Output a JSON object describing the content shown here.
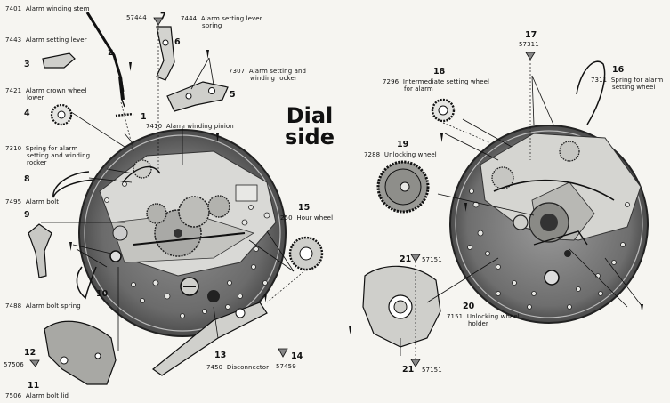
{
  "title": {
    "line1": "Dial",
    "line2": "side"
  },
  "parts": [
    {
      "id": "p7401",
      "code": "7401",
      "name": "Alarm winding stem"
    },
    {
      "id": "p7443",
      "code": "7443",
      "name": "Alarm setting lever"
    },
    {
      "id": "p7421",
      "code": "7421",
      "name": "Alarm crown wheel",
      "name2": "lower"
    },
    {
      "id": "p7310",
      "code": "7310",
      "name": "Spring for alarm",
      "name2": "setting and winding",
      "name3": "rocker"
    },
    {
      "id": "p7495",
      "code": "7495",
      "name": "Alarm bolt"
    },
    {
      "id": "p7488",
      "code": "7488",
      "name": "Alarm bolt spring"
    },
    {
      "id": "p7506",
      "code": "7506",
      "name": "Alarm bolt lid"
    },
    {
      "id": "p57444",
      "code": "57444"
    },
    {
      "id": "p7444",
      "code": "7444",
      "name": "Alarm setting lever",
      "name2": "spring"
    },
    {
      "id": "p7307",
      "code": "7307",
      "name": "Alarm setting and",
      "name2": "winding rocker"
    },
    {
      "id": "p7410",
      "code": "7410",
      "name": "Alarm winding pinion"
    },
    {
      "id": "p250",
      "code": "250",
      "name": "Hour wheel"
    },
    {
      "id": "p7450",
      "code": "7450",
      "name": "Disconnector"
    },
    {
      "id": "p57459",
      "code": "57459"
    },
    {
      "id": "p57506",
      "code": "57506"
    },
    {
      "id": "p7296",
      "code": "7296",
      "name": "Intermediate setting wheel",
      "name2": "for alarm"
    },
    {
      "id": "p57311",
      "code": "57311"
    },
    {
      "id": "p7311",
      "code": "7311",
      "name": "Spring for alarm",
      "name2": "setting wheel"
    },
    {
      "id": "p7288",
      "code": "7288",
      "name": "Unlocking wheel"
    },
    {
      "id": "p7151",
      "code": "7151",
      "name": "Unlocking wheel",
      "name2": "holder"
    },
    {
      "id": "p57151a",
      "code": "57151"
    },
    {
      "id": "p57151b",
      "code": "57151"
    }
  ],
  "numbers": [
    "1",
    "2",
    "3",
    "4",
    "5",
    "6",
    "7",
    "8",
    "9",
    "10",
    "11",
    "12",
    "13",
    "14",
    "15",
    "16",
    "17",
    "18",
    "19",
    "20",
    "21",
    "21"
  ]
}
